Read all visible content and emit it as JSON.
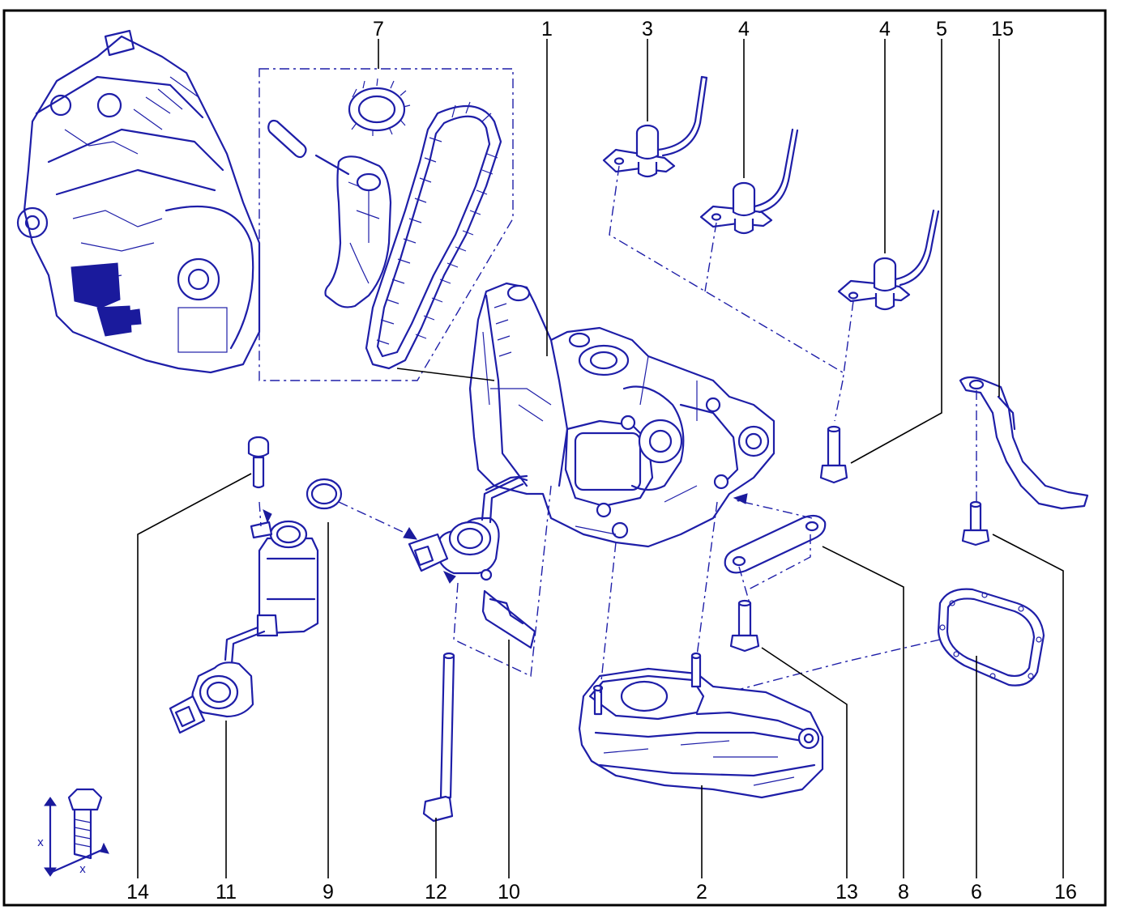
{
  "callouts": {
    "c1": "1",
    "c2": "2",
    "c3": "3",
    "c4a": "4",
    "c4b": "4",
    "c5": "5",
    "c6": "6",
    "c7": "7",
    "c8": "8",
    "c9": "9",
    "c10": "10",
    "c11": "11",
    "c12": "12",
    "c13": "13",
    "c14": "14",
    "c15": "15",
    "c16": "16"
  },
  "torque_symbol": {
    "label_vertical": "x",
    "label_horizontal": "x"
  },
  "colors": {
    "line": "#1e1ea8",
    "fill_dark": "#1a1a9c",
    "text": "#000000",
    "frame": "#000000"
  }
}
